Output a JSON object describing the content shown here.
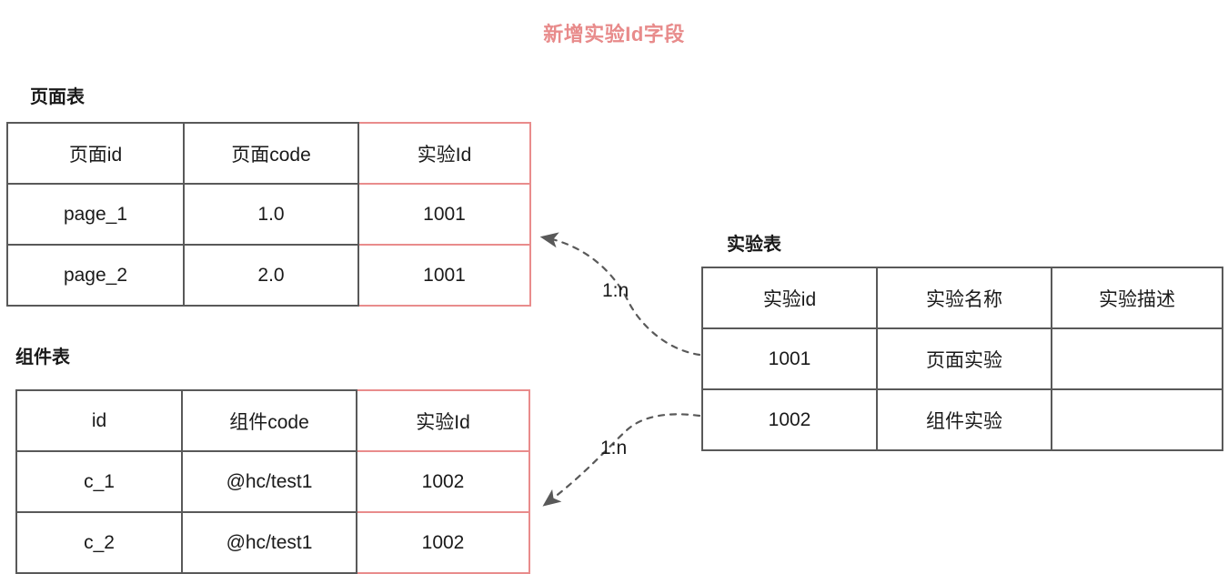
{
  "title": "新增实验Id字段",
  "accent_colors": {
    "title": "#e88b8b",
    "highlight_border": "#e98c8c",
    "table_border": "#595959",
    "connector": "#595959",
    "background": "#ffffff"
  },
  "tables": {
    "page": {
      "caption": "页面表",
      "columns": [
        "页面id",
        "页面code",
        "实验Id"
      ],
      "highlight_column_index": 2,
      "rows": [
        [
          "page_1",
          "1.0",
          "1001"
        ],
        [
          "page_2",
          "2.0",
          "1001"
        ]
      ]
    },
    "component": {
      "caption": "组件表",
      "columns": [
        "id",
        "组件code",
        "实验Id"
      ],
      "highlight_column_index": 2,
      "rows": [
        [
          "c_1",
          "@hc/test1",
          "1002"
        ],
        [
          "c_2",
          "@hc/test1",
          "1002"
        ]
      ]
    },
    "experiment": {
      "caption": "实验表",
      "columns": [
        "实验id",
        "实验名称",
        "实验描述"
      ],
      "rows": [
        [
          "1001",
          "页面实验",
          ""
        ],
        [
          "1002",
          "组件实验",
          ""
        ]
      ]
    }
  },
  "connectors": [
    {
      "name": "experiment-to-page",
      "label": "1:n",
      "from": "实验表 1001",
      "to": "页面表 实验Id",
      "style": "dashed-curve-arrow"
    },
    {
      "name": "experiment-to-component",
      "label": "1:n",
      "from": "实验表 1002",
      "to": "组件表 实验Id",
      "style": "dashed-curve-arrow"
    }
  ]
}
